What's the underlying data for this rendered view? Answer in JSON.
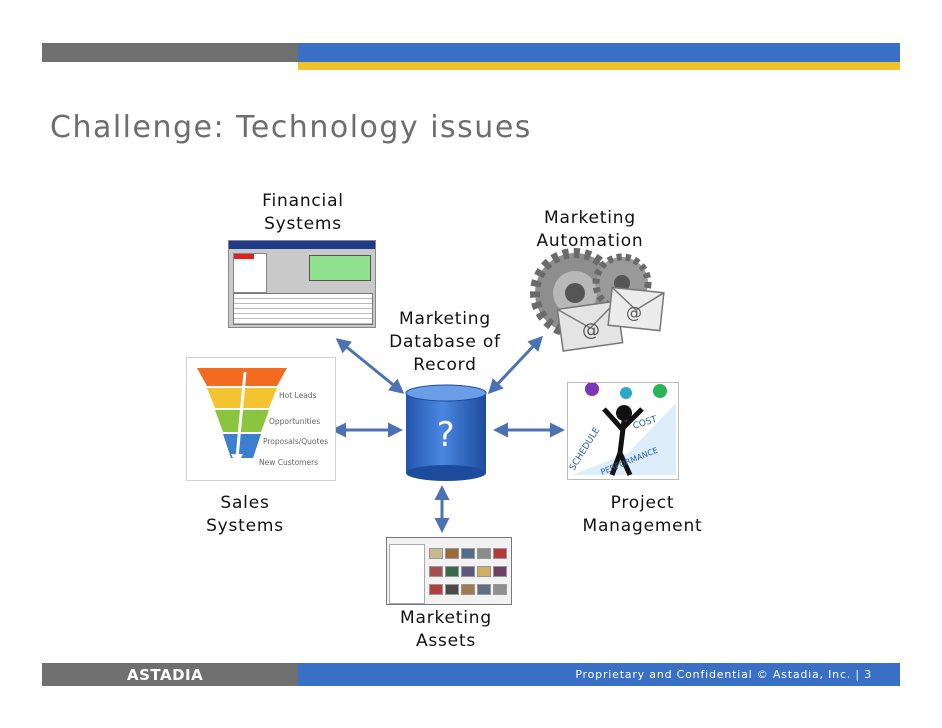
{
  "slide": {
    "title": "Challenge: Technology issues",
    "footer_logo": "ASTADIA",
    "footer_text": "Proprietary and Confidential © Astadia, Inc.  |   3"
  },
  "diagram": {
    "center_label": "Marketing\nDatabase of\nRecord",
    "center_symbol": "?",
    "nodes": [
      {
        "id": "financial",
        "label": "Financial\nSystems",
        "icon": "financial-systems-window"
      },
      {
        "id": "automation",
        "label": "Marketing\nAutomation",
        "icon": "email-gears-icon"
      },
      {
        "id": "sales",
        "label": "Sales\nSystems",
        "icon": "sales-funnel"
      },
      {
        "id": "project",
        "label": "Project\nManagement",
        "icon": "juggler-schedule-cost-performance"
      },
      {
        "id": "assets",
        "label": "Marketing\nAssets",
        "icon": "asset-library-window"
      }
    ],
    "funnel_stages": [
      "Hot Leads",
      "Opportunities",
      "Proposals/Quotes",
      "New Customers"
    ],
    "pm_words": [
      "SCHEDULE",
      "COST",
      "PERFORMANCE"
    ]
  },
  "colors": {
    "header_gray": "#6f6f6f",
    "header_blue": "#3a6fc6",
    "header_gold": "#f2c22b",
    "database_blue": "#2f66c4",
    "arrow_blue": "#4b73b3"
  }
}
